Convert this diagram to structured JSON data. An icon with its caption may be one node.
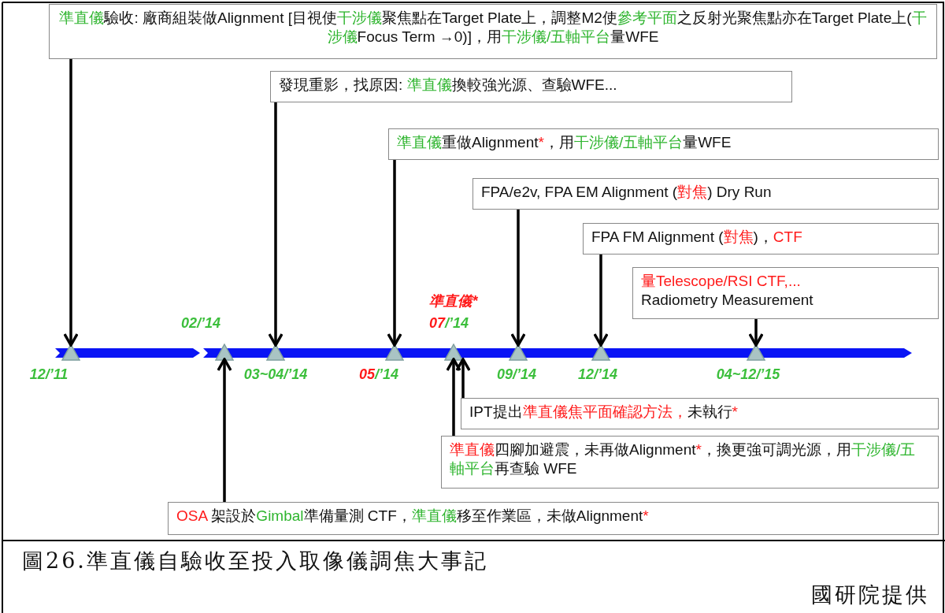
{
  "diagram": {
    "caption": "圖26.準直儀自驗收至投入取像儀調焦大事記",
    "nodes": [
      {
        "text": [
          "準直儀驗收: 廠商組裝做Alignment [目視使干涉儀聚焦點在Target Plate上，調整M2使參考平面之反射光聚焦點亦在Target Plate上(干涉儀Focus Term →0)]，用干涉儀/五軸平台量WFE"
        ]
      },
      {
        "text": [
          "發現重影，找原因: 準直儀換較強光源、查驗WFE..."
        ]
      },
      {
        "text": [
          "準直儀重做Alignment*，用干涉儀/五軸平台量WFE"
        ]
      },
      {
        "text": [
          "FPA/e2v, FPA EM Alignment (對焦) Dry Run"
        ]
      },
      {
        "text": [
          "FPA FM Alignment (對焦)，CTF"
        ]
      },
      {
        "text": [
          "量Telescope/RSI CTF,...",
          "Radiometry Measurement"
        ]
      },
      {
        "text": [
          "IPT提出準直儀焦平面確認方法，未執行*"
        ]
      },
      {
        "text": [
          "準直儀四腳加避震，未再做Alignment*，換更強可調光源，用干涉儀/五軸平台再查驗 WFE"
        ]
      },
      {
        "text": [
          "OSA 架設於Gimbal準備量測 CTF，準直儀移至作業區，未做Alignment*"
        ]
      },
      {
        "text": [],
        "shape": "triangle",
        "beside": [
          "12/’11"
        ]
      },
      {
        "text": [],
        "shape": "triangle",
        "beside": [
          "02/’14"
        ]
      },
      {
        "text": [],
        "shape": "triangle",
        "beside": [
          "03~04/’14"
        ]
      },
      {
        "text": [],
        "shape": "triangle",
        "beside": [
          "05/’14"
        ]
      },
      {
        "text": [],
        "shape": "triangle",
        "beside": [
          "準直儀*",
          "07/’14"
        ]
      },
      {
        "text": [],
        "shape": "triangle",
        "beside": [
          "09/’14"
        ]
      },
      {
        "text": [],
        "shape": "triangle",
        "beside": [
          "12/’14"
        ]
      },
      {
        "text": [],
        "shape": "triangle",
        "beside": [
          "04~12/’15"
        ]
      }
    ],
    "edges": [
      {
        "from": 0,
        "to": 9,
        "arrow": "to"
      },
      {
        "from": 1,
        "to": 11,
        "arrow": "to"
      },
      {
        "from": 2,
        "to": 12,
        "arrow": "to"
      },
      {
        "from": 3,
        "to": 14,
        "arrow": "to"
      },
      {
        "from": 4,
        "to": 15,
        "arrow": "to"
      },
      {
        "from": 5,
        "to": 16,
        "arrow": "to"
      },
      {
        "from": 6,
        "to": 13,
        "arrow": "to"
      },
      {
        "from": 7,
        "to": 13,
        "arrow": "to"
      },
      {
        "from": 8,
        "to": 10,
        "arrow": "to"
      }
    ],
    "labels": [
      "國研院提供"
    ]
  }
}
